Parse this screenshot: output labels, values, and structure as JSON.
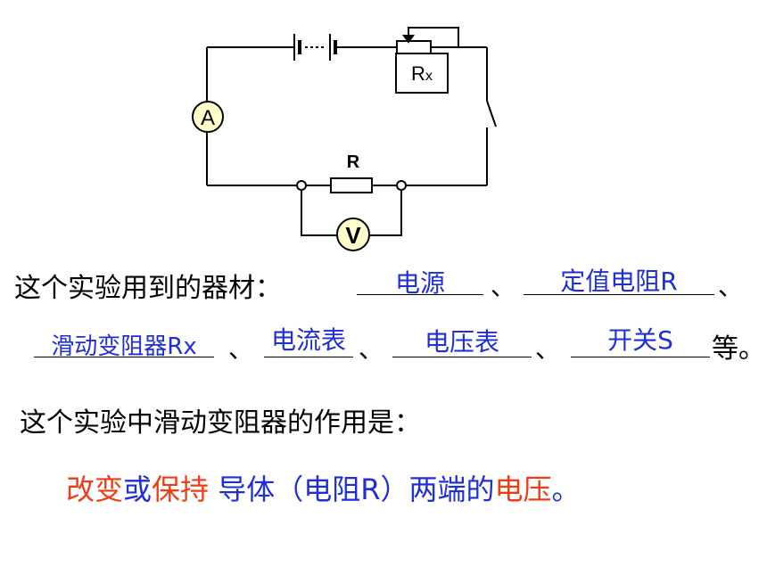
{
  "circuit": {
    "resistor_rx_label": "Rx",
    "resistor_r_label": "R",
    "ammeter_label": "A",
    "voltmeter_label": "V"
  },
  "q1": {
    "prompt": "这个实验用到的器材：",
    "answers": [
      "电源",
      "定值电阻R",
      "滑动变阻器Rx",
      "电流表",
      "电压表",
      "开关S"
    ],
    "separator": "、",
    "ending": "等。"
  },
  "q2": {
    "prompt": "这个实验中滑动变阻器的作用是："
  },
  "answer2": {
    "part1": "改变",
    "part2": "或",
    "part3": "保持",
    "part4": "导体（电阻R）两端的",
    "part5": "电压",
    "part6": "。"
  },
  "colors": {
    "answer_blue": "#1f2fd6",
    "highlight_red": "#f03c14",
    "meter_fill": "#ffffcc"
  }
}
